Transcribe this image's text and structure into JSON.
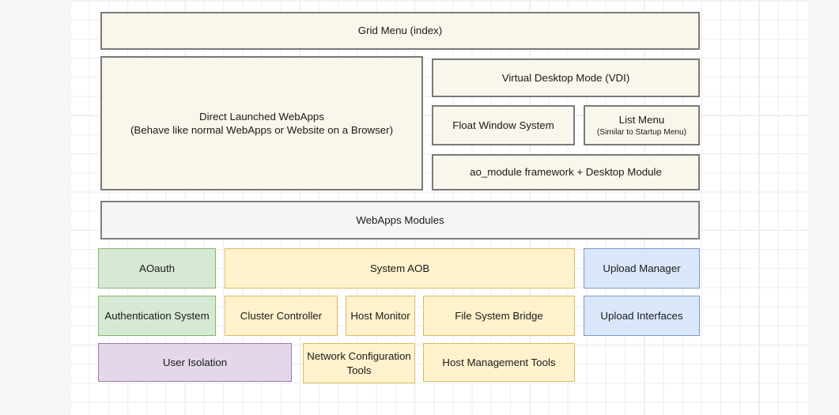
{
  "diagram": {
    "title_text": "",
    "colors": {
      "cream_fill": "#f9f6ec",
      "cream_border": "#7a7a7a",
      "gray_fill": "#f5f5f5",
      "gray_border": "#7f7f7f",
      "green_fill": "#d6e9d4",
      "green_border": "#86b76b",
      "yellow_fill": "#fff2cc",
      "yellow_border": "#dcbc62",
      "blue_fill": "#dae7fb",
      "blue_border": "#7b99c6",
      "purple_fill": "#e3d7e9",
      "purple_border": "#9d7cab",
      "canvas_bg": "#f4f6f8",
      "grid_minor": "#ededf2",
      "grid_major": "#d9dbe2"
    },
    "boxes": [
      {
        "id": "grid-menu",
        "label": "Grid Menu (index)",
        "sub": ""
      },
      {
        "id": "direct-launched-webapps",
        "label": "Direct Launched WebApps",
        "sub": "(Behave like normal WebApps or Website on a Browser)"
      },
      {
        "id": "virtual-desktop-mode",
        "label": "Virtual Desktop Mode (VDI)",
        "sub": ""
      },
      {
        "id": "float-window-system",
        "label": "Float Window System",
        "sub": ""
      },
      {
        "id": "list-menu",
        "label": "List Menu",
        "sub": "(Similar to Startup Menu)"
      },
      {
        "id": "ao-module-framework",
        "label": "ao_module framework + Desktop Module",
        "sub": ""
      },
      {
        "id": "webapps-modules",
        "label": "WebApps Modules",
        "sub": ""
      },
      {
        "id": "aoauth",
        "label": "AOauth",
        "sub": ""
      },
      {
        "id": "system-aob",
        "label": "System AOB",
        "sub": ""
      },
      {
        "id": "upload-manager",
        "label": "Upload Manager",
        "sub": ""
      },
      {
        "id": "authentication-system",
        "label": "Authentication System",
        "sub": ""
      },
      {
        "id": "cluster-controller",
        "label": "Cluster Controller",
        "sub": ""
      },
      {
        "id": "host-monitor",
        "label": "Host Monitor",
        "sub": ""
      },
      {
        "id": "file-system-bridge",
        "label": "File System Bridge",
        "sub": ""
      },
      {
        "id": "upload-interfaces",
        "label": "Upload Interfaces",
        "sub": ""
      },
      {
        "id": "user-isolation",
        "label": "User Isolation",
        "sub": ""
      },
      {
        "id": "network-configuration-tools",
        "label": "Network Configuration Tools",
        "sub": ""
      },
      {
        "id": "host-management-tools",
        "label": "Host Management Tools",
        "sub": ""
      }
    ]
  }
}
